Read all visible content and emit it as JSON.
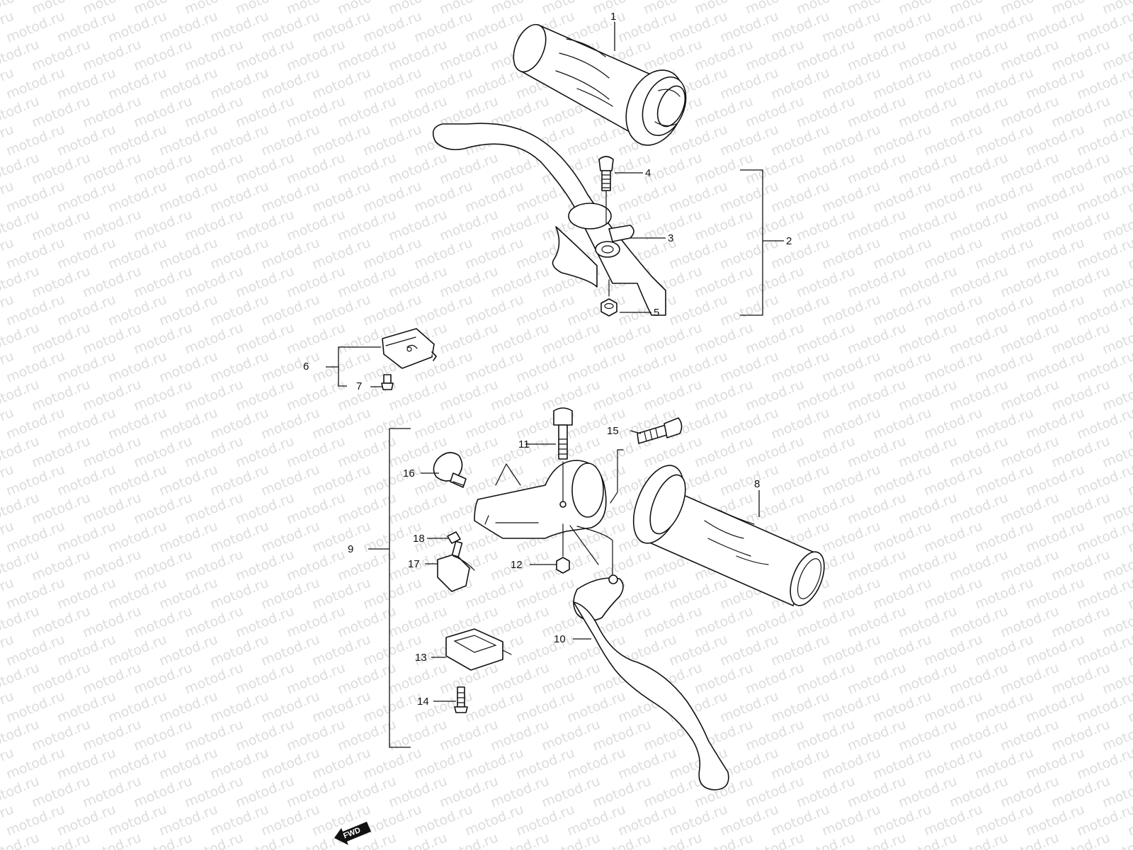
{
  "watermark": "motod.ru",
  "fwd_label": "FWD",
  "callouts": {
    "c1": "1",
    "c2": "2",
    "c3": "3",
    "c4": "4",
    "c5": "5",
    "c6": "6",
    "c7": "7",
    "c8": "8",
    "c9": "9",
    "c10": "10",
    "c11": "11",
    "c12": "12",
    "c13": "13",
    "c14": "14",
    "c15": "15",
    "c16": "16",
    "c17": "17",
    "c18": "18"
  },
  "colors": {
    "line": "#111111",
    "watermark": "#dcdcdc",
    "background": "#ffffff"
  }
}
